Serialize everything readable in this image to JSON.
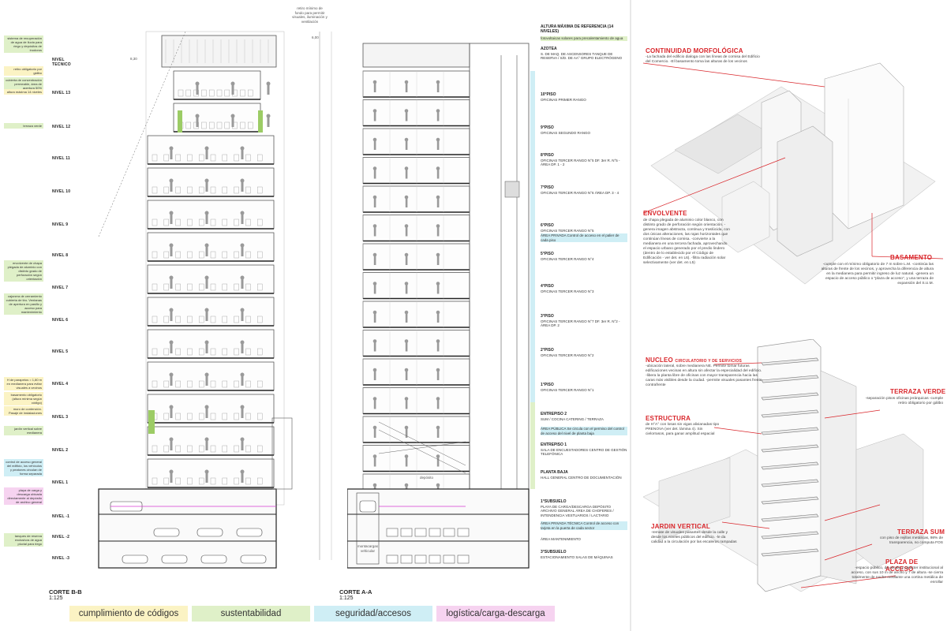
{
  "left_notes": [
    {
      "text": "sistema de recuperación de agua de lluvia para riego y depósitos de inodoros",
      "color": "g"
    },
    {
      "text": "retiro obligatorio por gálibo",
      "color": "y"
    },
    {
      "text": "cubierta de concentración permeable, área de apertura 50%",
      "color": "g"
    },
    {
      "text": "altura máxima 14 niveles",
      "color": "y"
    },
    {
      "text": "terraza verde",
      "color": "g"
    },
    {
      "text": "envolvente de chapa plegada de aluminio con distinto grado de perforación según orientación",
      "color": "g"
    },
    {
      "text": "cajonera de cerramiento cubierta de tiro. Ventanas de apertura en pasillo y acceso para mantenimiento",
      "color": "g"
    },
    {
      "text": "H de parapetos = 1,80 m en medianera para evitar visuales a vecinos",
      "color": "y"
    },
    {
      "text": "basamento obligatorio (altura mínima según código)",
      "color": "y"
    },
    {
      "text": "muro de contención. Pasaje de instalaciones",
      "color": "y"
    },
    {
      "text": "jardín vertical sobre medianera",
      "color": "g"
    },
    {
      "text": "control de acceso general del edificio, los vehículos y peatones circulan de forma separada",
      "color": "b"
    },
    {
      "text": "playa de carga y descarga ubicada directamente al depósito de archivo general",
      "color": "p"
    },
    {
      "text": "tanques de reserva exclusivos de agua pluvial para riego",
      "color": "g"
    }
  ],
  "section_bb": {
    "levels": [
      "NIVEL TECNICO",
      "NIVEL 13",
      "NIVEL 12",
      "NIVEL 11",
      "NIVEL 10",
      "NIVEL 9",
      "NIVEL 8",
      "NIVEL 7",
      "NIVEL 6",
      "NIVEL 5",
      "NIVEL 4",
      "NIVEL 3",
      "NIVEL 2",
      "NIVEL 1",
      "NIVEL -1",
      "NIVEL -2",
      "NIVEL -3"
    ],
    "caption": "CORTE B-B",
    "scale": "1:125",
    "top_note": "retiro mínimo de fondo para permitir visuales, iluminación y ventilación",
    "dim_top": "6,00",
    "dim_side": "8,30"
  },
  "section_aa": {
    "labels": [
      {
        "head": "ALTURA MÁXIMA DE REFERENCIA (14 NIVELES)",
        "sub": "",
        "color": ""
      },
      {
        "head": "",
        "sub": "fotovoltaicas solares para precalentamiento de agua",
        "color": "g"
      },
      {
        "head": "AZOTEA",
        "sub": "S. DE MAQ. DE ASCENSORES TANQUE DE RESERVA / S/D. DE AA° GRUPO ELECTRÓGENO",
        "color": ""
      },
      {
        "head": "10°PISO",
        "sub": "OFICINAS PRIMER RANGO",
        "color": ""
      },
      {
        "head": "9°PISO",
        "sub": "OFICINAS SEGUNDO RANGO",
        "color": ""
      },
      {
        "head": "8°PISO",
        "sub": "OFICINAS TERCER RANGO N°5 DF. 3er R. N°5 - ÁREA DP. 1 - 2",
        "color": ""
      },
      {
        "head": "7°PISO",
        "sub": "OFICINAS TERCER RANGO N°6 ÁREA DP. 3 - 4",
        "color": ""
      },
      {
        "head": "6°PISO",
        "sub": "OFICINAS TERCER RANGO N°5",
        "color": ""
      },
      {
        "head": "",
        "sub": "ÁREA PRIVADA Control de acceso en el palier de cada piso",
        "color": "b"
      },
      {
        "head": "5°PISO",
        "sub": "OFICINAS TERCER RANGO N°4",
        "color": ""
      },
      {
        "head": "4°PISO",
        "sub": "OFICINAS TERCER RANGO N°3",
        "color": ""
      },
      {
        "head": "3°PISO",
        "sub": "OFICINAS TERCER RANGO N°7 DF. 3er R. N°2 - ÁREA DP. 2",
        "color": ""
      },
      {
        "head": "2°PISO",
        "sub": "OFICINAS TERCER RANGO N°2",
        "color": ""
      },
      {
        "head": "1°PISO",
        "sub": "OFICINAS TERCER RANGO N°1",
        "color": ""
      },
      {
        "head": "ENTREPISO 2",
        "sub": "SUM / COCINA CATERING / TERRAZA",
        "color": ""
      },
      {
        "head": "",
        "sub": "ÁREA PÚBLICA Se circula con el permiso del control de acceso del nivel de planta baja",
        "color": "b"
      },
      {
        "head": "ENTREPISO 1",
        "sub": "SALA DE ENCUESTADORES CENTRO DE GESTIÓN TELEFÓNICA",
        "color": ""
      },
      {
        "head": "PLANTA BAJA",
        "sub": "HALL GENERAL CENTRO DE DOCUMENTACIÓN",
        "color": ""
      },
      {
        "head": "1°SUBSUELO",
        "sub": "PLAYA DE CARGA/DESCARGA DEPÓSITO ARCHIVO GENERAL ÁREA DE CHOFERES / INTENDENCIA VESTUARIOS / LACTARIO",
        "color": ""
      },
      {
        "head": "",
        "sub": "ÁREA PRIVADA TÉCNICA Control de acceso con tarjeta en la puerta de cada sector",
        "color": "b"
      },
      {
        "head": "",
        "sub": "ÁREA MANTENIMIENTO",
        "color": ""
      },
      {
        "head": "3°SUBSUELO",
        "sub": "ESTACIONAMIENTO SALAS DE MÁQUINAS",
        "color": ""
      }
    ],
    "caption": "CORTE A-A",
    "scale": "1:125",
    "ramp_label": "depósito",
    "lift_label": "montacargas vehicular"
  },
  "legend": [
    {
      "label": "cumplimiento de códigos",
      "color": "#fbf3c4"
    },
    {
      "label": "sustentabilidad",
      "color": "#dff0c8"
    },
    {
      "label": "seguridad/accesos",
      "color": "#cfeef5"
    },
    {
      "label": "logística/carga-descarga",
      "color": "#f6d3f0"
    }
  ],
  "right": {
    "continuidad": {
      "title": "CONTINUIDAD MORFOLÓGICA",
      "text": "-La fachada del edificio dialoga con las líneas de cornisa del Edificio del Comercio. -El basamento toma las alturas de los vecinos"
    },
    "envolvente": {
      "title": "ENVOLVENTE",
      "text": "de chapa plegada de aluminio color blanco, con distinto grado de perforación según orientación. -genera imagen abstracta, continua y traslúcida, con dos únicas alteraciones, las rajas horizontales que continúan líneas de cornisa. -convierte a la medianera en una tercera fachada, aprovechando el espacio urbano generado por el predio lindero (dentro de lo establecido por el Código de Edificación - ver det. en L6). -filtra radiación solar selectivamente (ver det. en L5)"
    },
    "basamento": {
      "title": "BASAMENTO",
      "text": "-cumple con el mínimo obligatorio de 7 m sobre L.M. -continúa las alturas de frente de los vecinos, y aprovecha la diferencia de altura en la medianera para permitir ingreso de luz natural. -genera un espacio de acceso público o \"plaza de acceso\", y una terraza de expansión del S.U.M."
    },
    "nucleo": {
      "title": "NUCLEO",
      "title_small": "CIRCULATORIO Y DE SERVICIOS",
      "text": "-ubicación lateral, sobre medianera NE. Permite tomar futuras edificaciones vecinas en altura sin afectar la especialidad del edificio. -libera la planta libre de oficinas con mayor transparencia hacia las caras más visibles desde la ciudad. -permite visuales pasantes frente-contrafrente"
    },
    "terraza_verde": {
      "title": "TERRAZA VERDE",
      "text": "-separación pisos oficinas jerárquicas -cumple retiro obligatorio por gálibo"
    },
    "estructura": {
      "title": "ESTRUCTURA",
      "text": "de H°A° con losas sin vigas alivianadas tipo PRENOVA (ver det. lámina 4). Sin cielorrasos, para ganar amplitud espacial"
    },
    "jardin": {
      "title": "JARDIN VERTICAL",
      "text": "-remate de visuales pasantes desde la calle y desde los niveles públicos del edificio. -le da calidad a la circulación por las escaleras rampadas"
    },
    "terraza_sum": {
      "title": "TERRAZA SUM",
      "text": "con piso de rejillas metálicas, 98% de transparencia, no computa FOS"
    },
    "plaza": {
      "title": "PLAZA DE ACCESO",
      "text": "-espacio público, de escala y carácter institucional al acceso, con sus 10 m de ancho y 7 de altura -se cierra totalmente de noche mediante una cortina metálica de enrollar"
    }
  }
}
